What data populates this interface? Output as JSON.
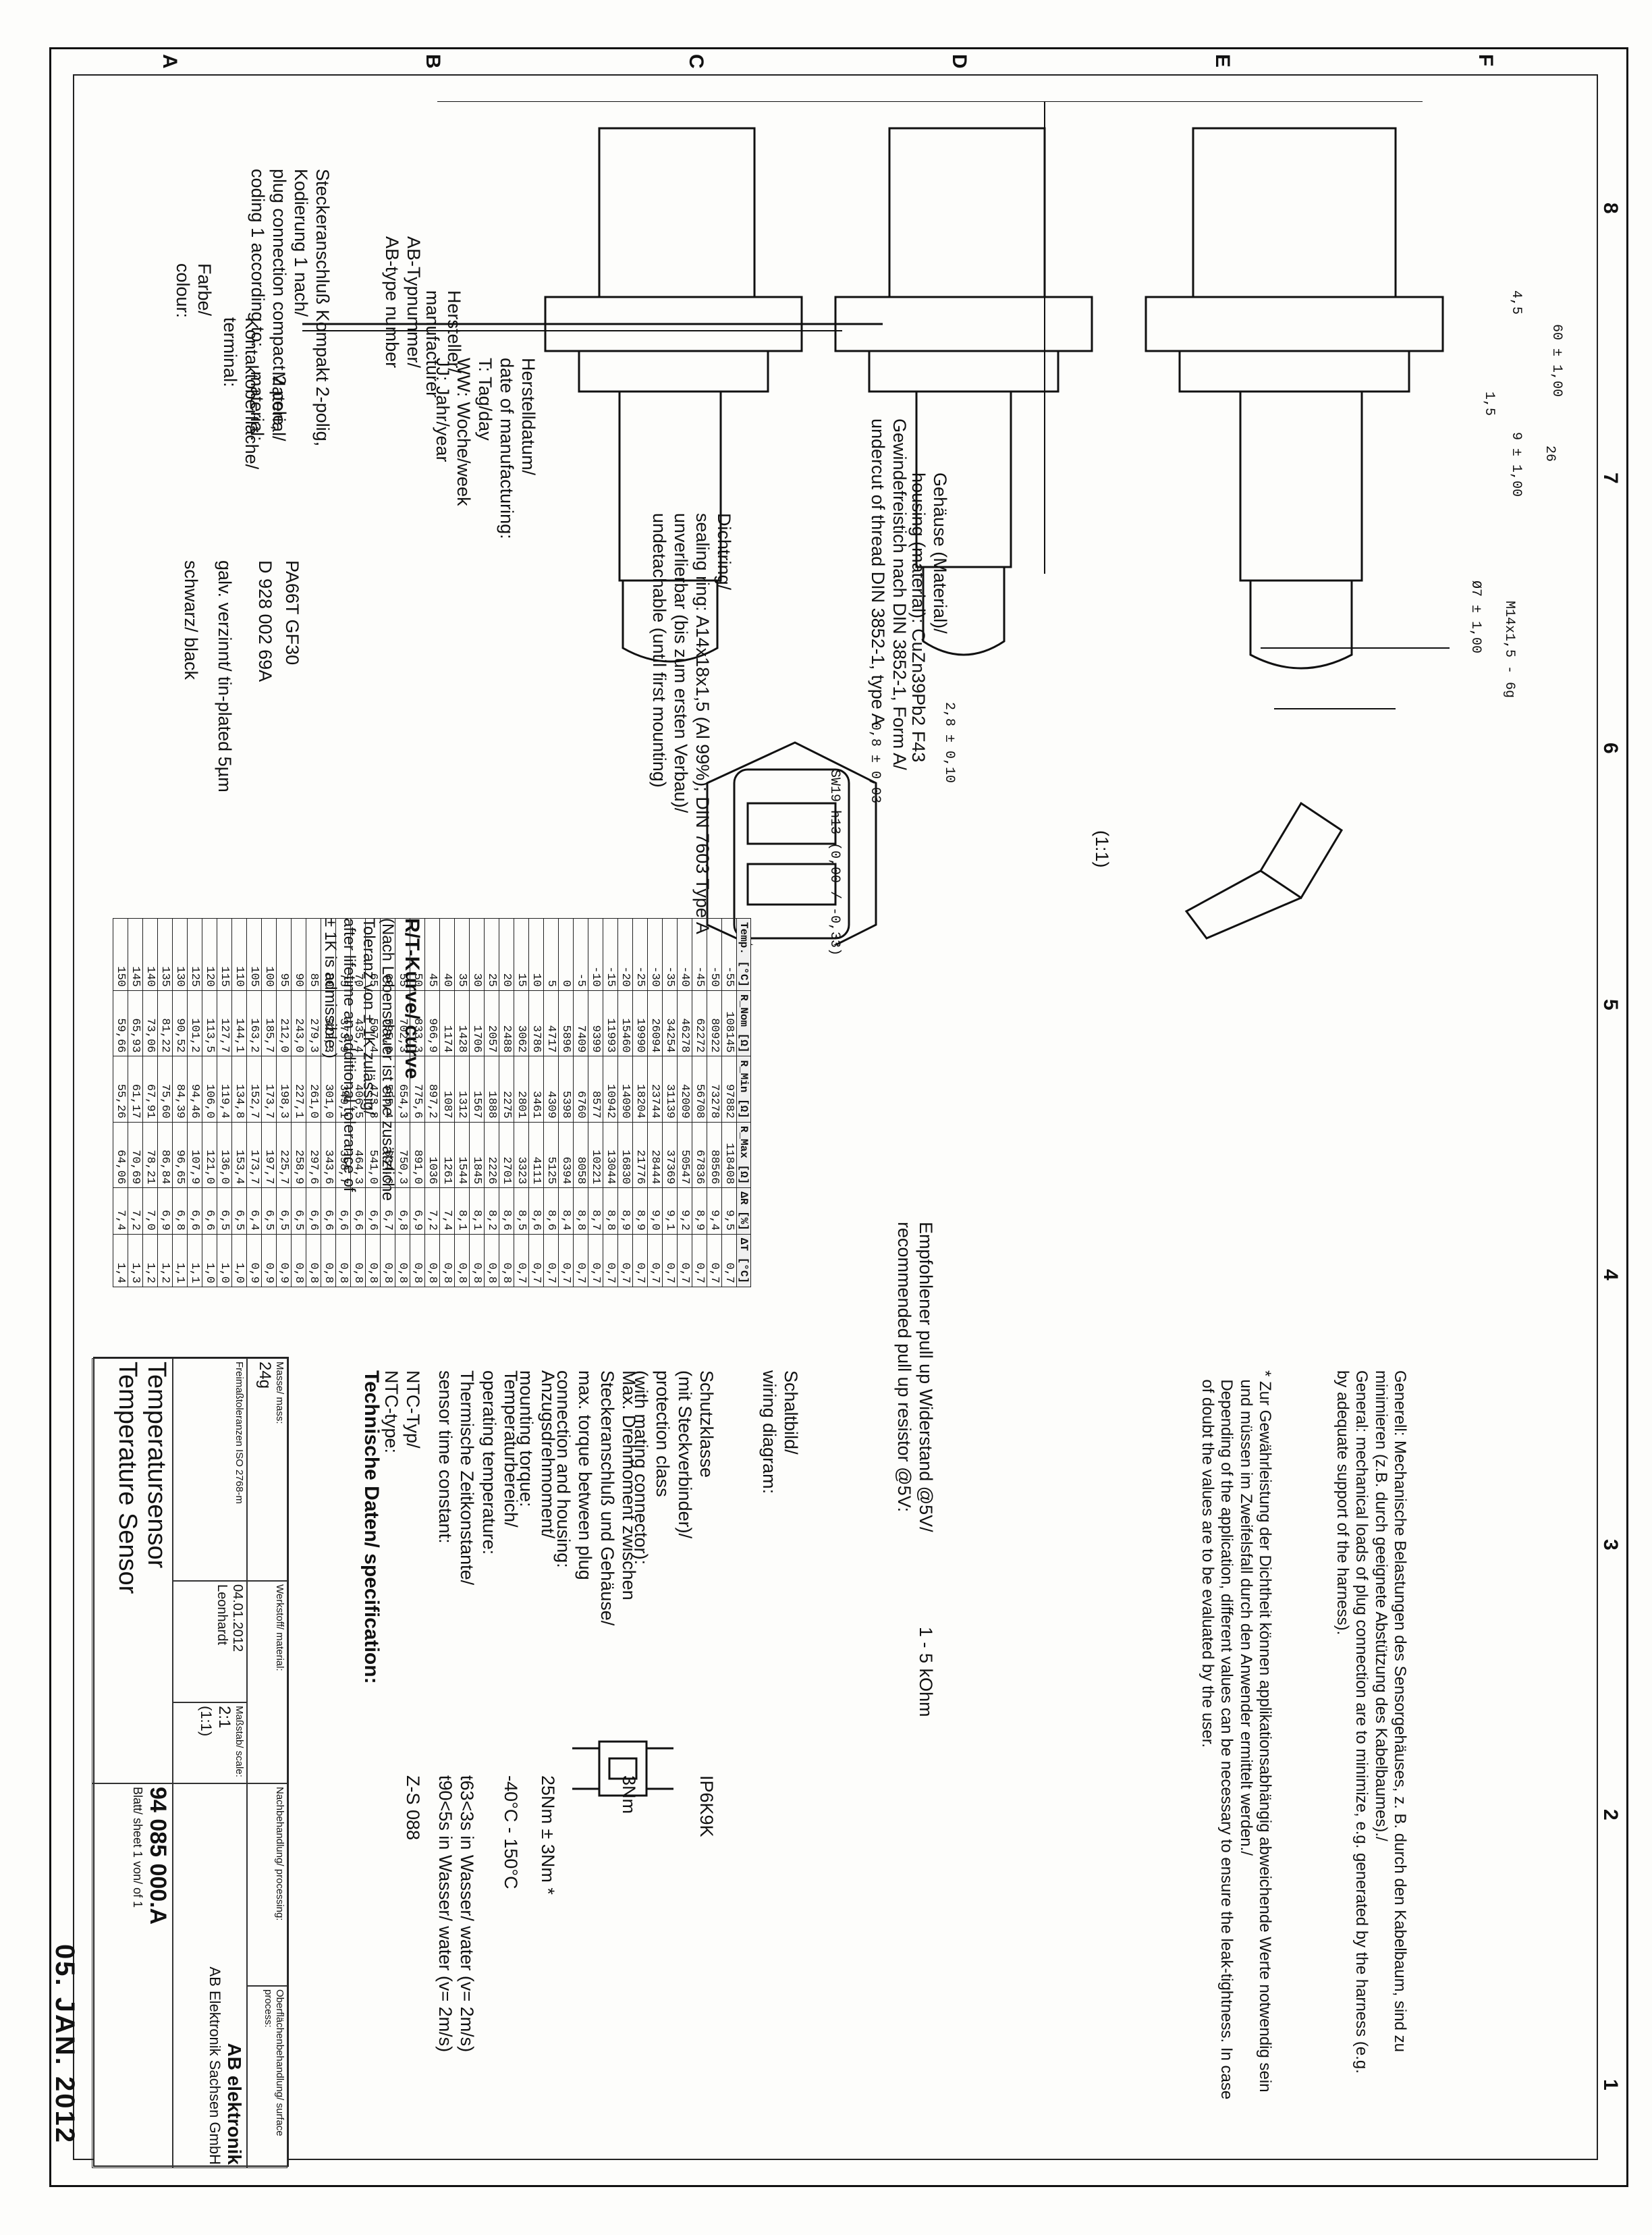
{
  "zones": {
    "columns": [
      "A",
      "B",
      "C",
      "D",
      "E",
      "F"
    ],
    "rows": [
      "8",
      "7",
      "6",
      "5",
      "4",
      "3",
      "2",
      "1"
    ]
  },
  "callouts": {
    "connector": [
      "Steckeranschluß Kompakt 2-polig,",
      "Kodierung 1 nach/",
      "plug connection compact 2 pole,",
      "coding 1 according to:"
    ],
    "connector_value": "D 928 002 69A",
    "colour": [
      "Farbe/",
      "colour:"
    ],
    "colour_value": "schwarz/ black",
    "terminal": [
      "Kontaktoberfläche/",
      "terminal:"
    ],
    "terminal_value": "galv. verzinnt/ tin-plated 5µm",
    "material": [
      "Material/",
      "material:"
    ],
    "material_value": "PA66T GF30",
    "ab_type": [
      "AB-Typnummer/",
      "AB-type number"
    ],
    "manufacturer": [
      "Hersteller/",
      "manufacturer"
    ],
    "date": [
      "Herstelldatum/",
      "date of manufacturing:",
      "T:   Tag/day",
      "WW: Woche/week",
      "JJ:    Jahr/year"
    ],
    "sealing": [
      "Dichtring/",
      "sealing ring:   A14x18x1,5 (Al 99%); DIN 7603 Type A",
      "unverlierbar (bis zum ersten Verbau)/",
      "undetachable (until first mounting)"
    ],
    "thread": [
      "Gewindefreistich nach DIN 3852-1, Form A/",
      "undercut of thread DIN 3852-1, type A"
    ],
    "housing": [
      "Gehäuse (Material)/",
      "housing (material): CuZn39Pb2 F43"
    ]
  },
  "dimensions": {
    "d_60": "60 ± 1,00",
    "d_45": "4,5",
    "d_15": "1,5",
    "d_9": "9 ± 1,00",
    "d_26": "26",
    "d_diam7": "Ø7 ± 1,00",
    "d_thread": "M14x1,5 - 6g",
    "d_28": "2,8 ± 0,10",
    "d_08": "0,8 ± 0,03",
    "d_sw19": "SW19 h13 (0,00 / -0,33)",
    "scale": "(1:1)"
  },
  "rt_curve": {
    "title": "R/T-Kurve/ curve",
    "note": [
      "(Nach Lebensdauer ist eine zusätzliche",
      "Toleranz von ± 1K zulässig/",
      "after lifetime an additional tolerance of",
      "± 1K is admissible.)"
    ]
  },
  "chart_data": {
    "type": "table",
    "columns": [
      "Temp. [°C]",
      "R_Nom [Ω]",
      "R_Min [Ω]",
      "R_Max [Ω]",
      "ΔR [%]",
      "ΔT [°C]"
    ],
    "rows": [
      [
        "-55",
        "108145",
        "97882",
        "118408",
        "9,5",
        "0,7"
      ],
      [
        "-50",
        "80922",
        "73278",
        "88566",
        "9,4",
        "0,7"
      ],
      [
        "-45",
        "62272",
        "56708",
        "67836",
        "8,9",
        "0,7"
      ],
      [
        "-40",
        "46278",
        "42009",
        "50547",
        "9,2",
        "0,7"
      ],
      [
        "-35",
        "34254",
        "31139",
        "37369",
        "9,1",
        "0,7"
      ],
      [
        "-30",
        "26094",
        "23744",
        "28444",
        "9,0",
        "0,7"
      ],
      [
        "-25",
        "19990",
        "18204",
        "21776",
        "8,9",
        "0,7"
      ],
      [
        "-20",
        "15460",
        "14090",
        "16830",
        "8,9",
        "0,7"
      ],
      [
        "-15",
        "11993",
        "10942",
        "13044",
        "8,8",
        "0,7"
      ],
      [
        "-10",
        "9399",
        "8577",
        "10221",
        "8,7",
        "0,7"
      ],
      [
        "-5",
        "7409",
        "6760",
        "8058",
        "8,8",
        "0,7"
      ],
      [
        "0",
        "5896",
        "5398",
        "6394",
        "8,4",
        "0,7"
      ],
      [
        "5",
        "4717",
        "4309",
        "5125",
        "8,6",
        "0,7"
      ],
      [
        "10",
        "3786",
        "3461",
        "4111",
        "8,6",
        "0,7"
      ],
      [
        "15",
        "3062",
        "2801",
        "3323",
        "8,5",
        "0,7"
      ],
      [
        "20",
        "2488",
        "2275",
        "2701",
        "8,6",
        "0,8"
      ],
      [
        "25",
        "2057",
        "1888",
        "2226",
        "8,2",
        "0,8"
      ],
      [
        "30",
        "1706",
        "1567",
        "1845",
        "8,1",
        "0,8"
      ],
      [
        "35",
        "1428",
        "1312",
        "1544",
        "8,1",
        "0,8"
      ],
      [
        "40",
        "1174",
        "1087",
        "1261",
        "7,4",
        "0,8"
      ],
      [
        "45",
        "966,9",
        "897,2",
        "1036",
        "7,2",
        "0,8"
      ],
      [
        "50",
        "833,3",
        "775,6",
        "891,0",
        "6,9",
        "0,8"
      ],
      [
        "55",
        "702,3",
        "654,3",
        "750,3",
        "6,8",
        "0,8"
      ],
      [
        "60",
        "595,0",
        "555,4",
        "634,6",
        "6,7",
        "0,8"
      ],
      [
        "65",
        "507,4",
        "473,8",
        "541,0",
        "6,6",
        "0,8"
      ],
      [
        "70",
        "435,4",
        "406,5",
        "464,3",
        "6,6",
        "0,8"
      ],
      [
        "75",
        "373,9",
        "349,1",
        "398,7",
        "6,6",
        "0,8"
      ],
      [
        "80",
        "322,3",
        "301,0",
        "343,6",
        "6,6",
        "0,8"
      ],
      [
        "85",
        "279,3",
        "261,0",
        "297,6",
        "6,6",
        "0,8"
      ],
      [
        "90",
        "243,0",
        "227,1",
        "258,9",
        "6,5",
        "0,8"
      ],
      [
        "95",
        "212,0",
        "198,3",
        "225,7",
        "6,5",
        "0,9"
      ],
      [
        "100",
        "185,7",
        "173,7",
        "197,7",
        "6,5",
        "0,9"
      ],
      [
        "105",
        "163,2",
        "152,7",
        "173,7",
        "6,4",
        "0,9"
      ],
      [
        "110",
        "144,1",
        "134,8",
        "153,4",
        "6,5",
        "1,0"
      ],
      [
        "115",
        "127,7",
        "119,4",
        "136,0",
        "6,5",
        "1,0"
      ],
      [
        "120",
        "113,5",
        "106,0",
        "121,0",
        "6,6",
        "1,0"
      ],
      [
        "125",
        "101,2",
        "94,46",
        "107,9",
        "6,6",
        "1,1"
      ],
      [
        "130",
        "90,52",
        "84,39",
        "96,65",
        "6,8",
        "1,1"
      ],
      [
        "135",
        "81,22",
        "75,60",
        "86,84",
        "6,9",
        "1,2"
      ],
      [
        "140",
        "73,06",
        "67,91",
        "78,21",
        "7,0",
        "1,2"
      ],
      [
        "145",
        "65,93",
        "61,17",
        "70,69",
        "7,2",
        "1,3"
      ],
      [
        "150",
        "59,66",
        "55,26",
        "64,06",
        "7,4",
        "1,4"
      ]
    ]
  },
  "spec": {
    "title": "Technische Daten/ specification:",
    "rows": [
      {
        "label": "NTC-Typ/\nNTC-type:",
        "value": "Z-S 088"
      },
      {
        "label": "Thermische Zeitkonstante/\nsensor time constant:",
        "value": "t63<3s in Wasser/ water (v= 2m/s)\nt90<5s in Wasser/ water (v= 2m/s)"
      },
      {
        "label": "Temperaturbereich/\noperating temperature:",
        "value": "-40°C - 150°C"
      },
      {
        "label": "Anzugsdrehmoment/\nmounting torque:",
        "value": "25Nm ± 3Nm *"
      },
      {
        "label": "Max. Drehmoment zwischen\nSteckeranschluß und Gehäuse/\nmax. torque between plug\nconnection and housing:",
        "value": "3Nm"
      },
      {
        "label": "Schutzklasse\n(mit Steckverbinder)/\nprotection class\n(with mating connector):",
        "value": "IP6K9K"
      },
      {
        "label": "Schaltbild/\nwiring diagram:",
        "value": ""
      },
      {
        "label": "Empfohlener pull up Widerstand @5V/\nrecommended pull up resistor @5V:",
        "value": "1 - 5 kOhm"
      }
    ]
  },
  "notes": {
    "star": "* Zur Gewährleistung der Dichtheit können applikationsabhängig abweichende Werte notwendig sein\n  und müssen im Zweifelsfall durch den Anwender ermittelt werden./\n  Depending of the application, different values can be necessary to ensure the leak-tightness. In case\n  of doubt the values are to be evaluated by the user.",
    "general": "Generell: Mechanische Belastungen des Sensorgehäuses, z. B. durch den Kabelbaum, sind zu\nminimieren (z.B. durch geeignete Abstützung des Kabelbaumes)./\nGeneral: mechanical loads of plug connection are to minimize, e.g. generated by the harness (e.g.\nby adequate support of the harness)."
  },
  "title_block": {
    "mass_label": "Masse/ mass:",
    "mass_value": "24g",
    "date": "04.01.2012",
    "drawn_by": "Leonhardt",
    "scale_label": "2:1",
    "scale_sub": "(1:1)",
    "title_de": "Temperatursensor",
    "title_en": "Temperature Sensor",
    "company": "AB Elektronik Sachsen GmbH",
    "logo_text": "AB elektronik",
    "drawing_no": "94 085 000.A",
    "sheet": "Blatt/ sheet 1 von/ of 1",
    "material_label": "Werkstoff/ material:",
    "processing_label": "Nachbehandlung/ processing:",
    "surface_label": "Oberflächenbehandlung/ surface process:",
    "tolerance_note": "Freimaßtoleranzen ISO 2768-m",
    "standard_note": "Maßstab/ scale:"
  },
  "stamp": "05. JAN. 2012"
}
